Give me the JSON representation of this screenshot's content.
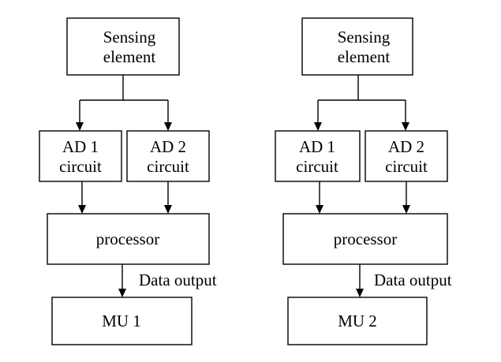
{
  "diagram": {
    "left": {
      "sensing": [
        "Sensing",
        "element"
      ],
      "ad1": [
        "AD 1",
        "circuit"
      ],
      "ad2": [
        "AD 2",
        "circuit"
      ],
      "processor": "processor",
      "output_label": "Data output",
      "mu": "MU 1"
    },
    "right": {
      "sensing": [
        "Sensing",
        "element"
      ],
      "ad1": [
        "AD 1",
        "circuit"
      ],
      "ad2": [
        "AD 2",
        "circuit"
      ],
      "processor": "processor",
      "output_label": "Data output",
      "mu": "MU 2"
    }
  }
}
